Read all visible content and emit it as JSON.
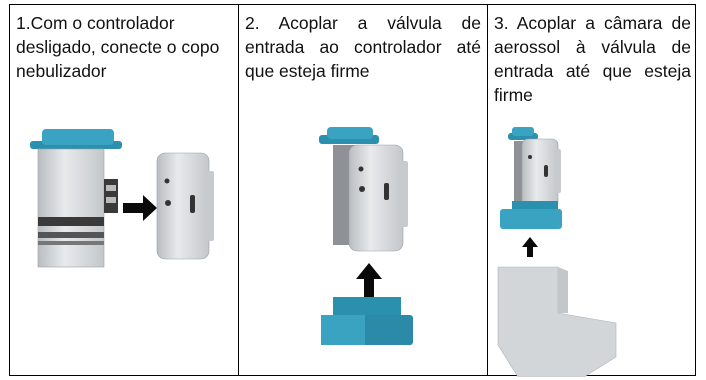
{
  "steps": [
    {
      "text": "1.Com o controlador desligado, conecte o copo nebulizador"
    },
    {
      "text": "2. Acoplar a válvula de entrada ao controlador até que esteja firme"
    },
    {
      "text": "3. Acoplar a câmara de aerossol à válvula de entrada até que esteja firme"
    }
  ],
  "colors": {
    "teal": "#2a90ae",
    "device_gray": "#d3d6d9",
    "dark": "#2b2b2b",
    "arrow": "#0a0a0a"
  }
}
